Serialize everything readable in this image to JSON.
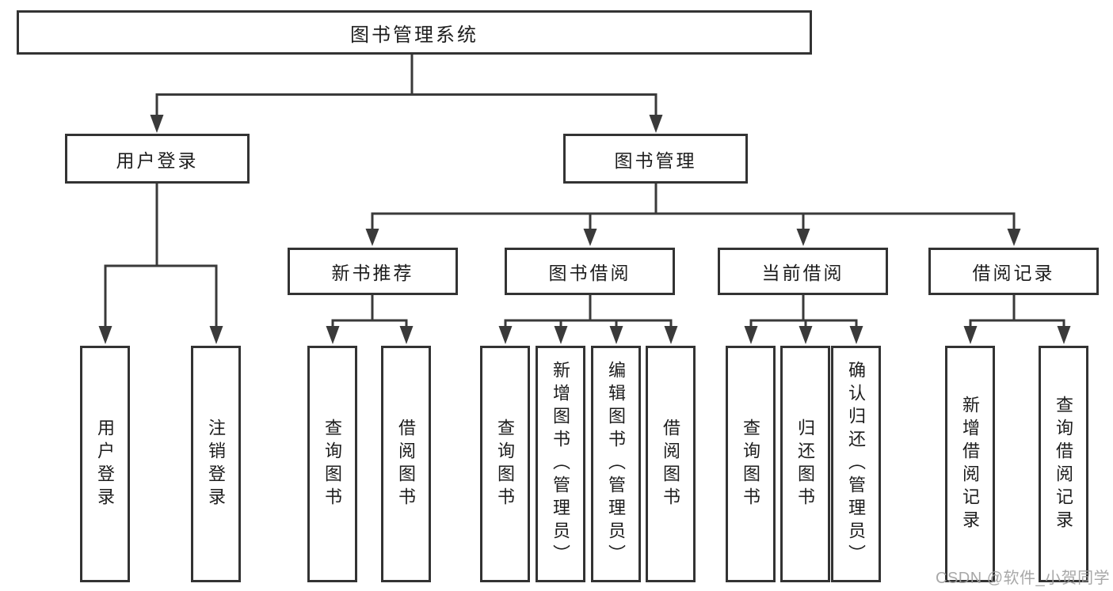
{
  "colors": {
    "line": "#3a3a3a",
    "box_border": "#333333",
    "text": "#1d1d1d",
    "watermark": "#9f9f9f",
    "background": "#ffffff"
  },
  "tree": {
    "label": "图书管理系统",
    "children": [
      {
        "label": "用户登录",
        "children": [
          {
            "label": "用户登录"
          },
          {
            "label": "注销登录"
          }
        ]
      },
      {
        "label": "图书管理",
        "children": [
          {
            "label": "新书推荐",
            "children": [
              {
                "label": "查询图书"
              },
              {
                "label": "借阅图书"
              }
            ]
          },
          {
            "label": "图书借阅",
            "children": [
              {
                "label": "查询图书"
              },
              {
                "label": "新增图书（管理员）"
              },
              {
                "label": "编辑图书（管理员）"
              },
              {
                "label": "借阅图书"
              }
            ]
          },
          {
            "label": "当前借阅",
            "children": [
              {
                "label": "查询图书"
              },
              {
                "label": "归还图书"
              },
              {
                "label": "确认归还（管理员）"
              }
            ]
          },
          {
            "label": "借阅记录",
            "children": [
              {
                "label": "新增借阅记录"
              },
              {
                "label": "查询借阅记录"
              }
            ]
          }
        ]
      }
    ]
  },
  "watermark": {
    "text": "CSDN @软件_小贺同学"
  }
}
